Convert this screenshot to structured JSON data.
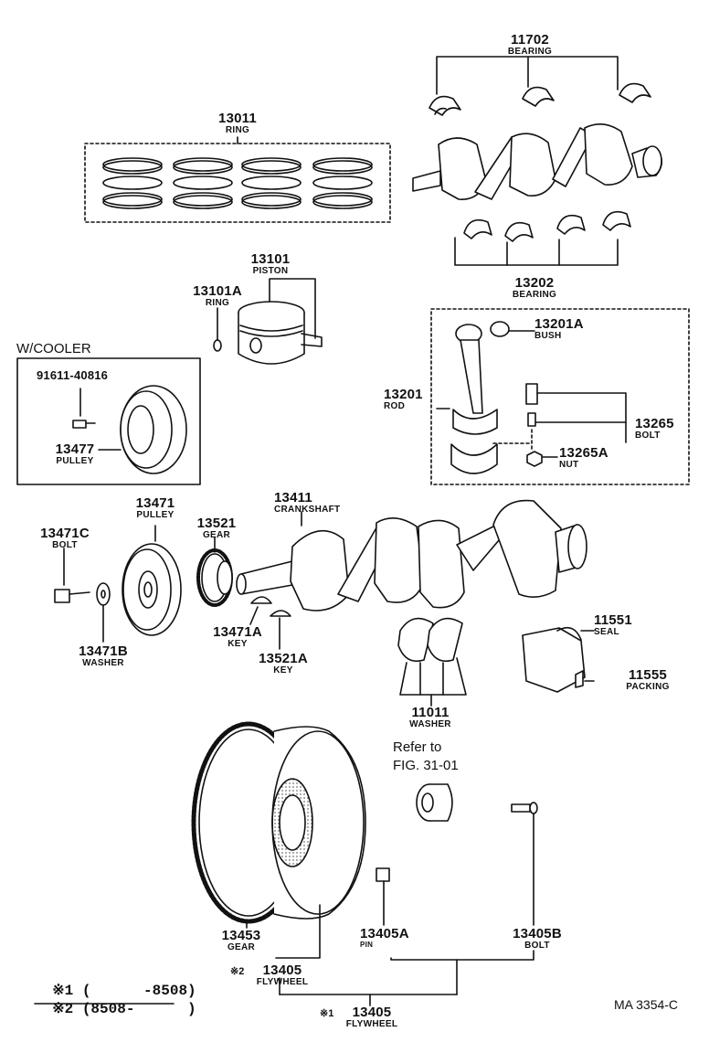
{
  "labels": {
    "bearing_top": {
      "num": "11702",
      "name": "BEARING"
    },
    "ring": {
      "num": "13011",
      "name": "RING"
    },
    "piston": {
      "num": "13101",
      "name": "PISTON"
    },
    "piston_ring": {
      "num": "13101A",
      "name": "RING"
    },
    "bearing_bot": {
      "num": "13202",
      "name": "BEARING"
    },
    "bush": {
      "num": "13201A",
      "name": "BUSH"
    },
    "rod": {
      "num": "13201",
      "name": "ROD"
    },
    "rod_bolt": {
      "num": "13265",
      "name": "BOLT"
    },
    "rod_nut": {
      "num": "13265A",
      "name": "NUT"
    },
    "cooler_title": "W/COOLER",
    "cooler_bolt": {
      "num": "91611-40816"
    },
    "cooler_pulley": {
      "num": "13477",
      "name": "PULLEY"
    },
    "crank_pulley": {
      "num": "13471",
      "name": "PULLEY"
    },
    "gear": {
      "num": "13521",
      "name": "GEAR"
    },
    "crankshaft": {
      "num": "13411",
      "name": "CRANKSHAFT"
    },
    "pulley_bolt": {
      "num": "13471C",
      "name": "BOLT"
    },
    "washer_b": {
      "num": "13471B",
      "name": "WASHER"
    },
    "key_a": {
      "num": "13471A",
      "name": "KEY"
    },
    "key_b": {
      "num": "13521A",
      "name": "KEY"
    },
    "seal": {
      "num": "11551",
      "name": "SEAL"
    },
    "packing": {
      "num": "11555",
      "name": "PACKING"
    },
    "thrust_washer": {
      "num": "11011",
      "name": "WASHER"
    },
    "refer_line1": "Refer to",
    "refer_line2": "FIG. 31-01",
    "ring_gear": {
      "num": "13453",
      "name": "GEAR"
    },
    "pin": {
      "num": "13405A",
      "name": "PIN"
    },
    "fw_bolt": {
      "num": "13405B",
      "name": "BOLT"
    },
    "flywheel2": {
      "num": "13405",
      "name": "FLYWHEEL",
      "mark": "※2"
    },
    "flywheel1": {
      "num": "13405",
      "name": "FLYWHEEL",
      "mark": "※1"
    }
  },
  "notes": [
    {
      "mark": "※1",
      "range": "(      -8508)"
    },
    {
      "mark": "※2",
      "range": "(8508-      )"
    }
  ],
  "figure_code": "MA 3354-C"
}
